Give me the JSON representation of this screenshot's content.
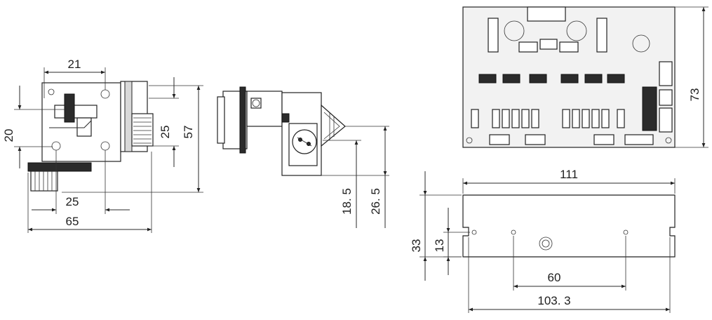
{
  "dimensions": {
    "left_view": {
      "d21": "21",
      "d20": "20",
      "d25_vertical": "25",
      "d57": "57",
      "d25_horizontal": "25",
      "d65": "65"
    },
    "side_view": {
      "d18_5": "18. 5",
      "d26_5": "26. 5"
    },
    "pcb_top": {
      "d73": "73"
    },
    "pcb_front": {
      "d111": "111",
      "d33": "33",
      "d13": "13",
      "d60": "60",
      "d103_3": "103. 3"
    }
  }
}
